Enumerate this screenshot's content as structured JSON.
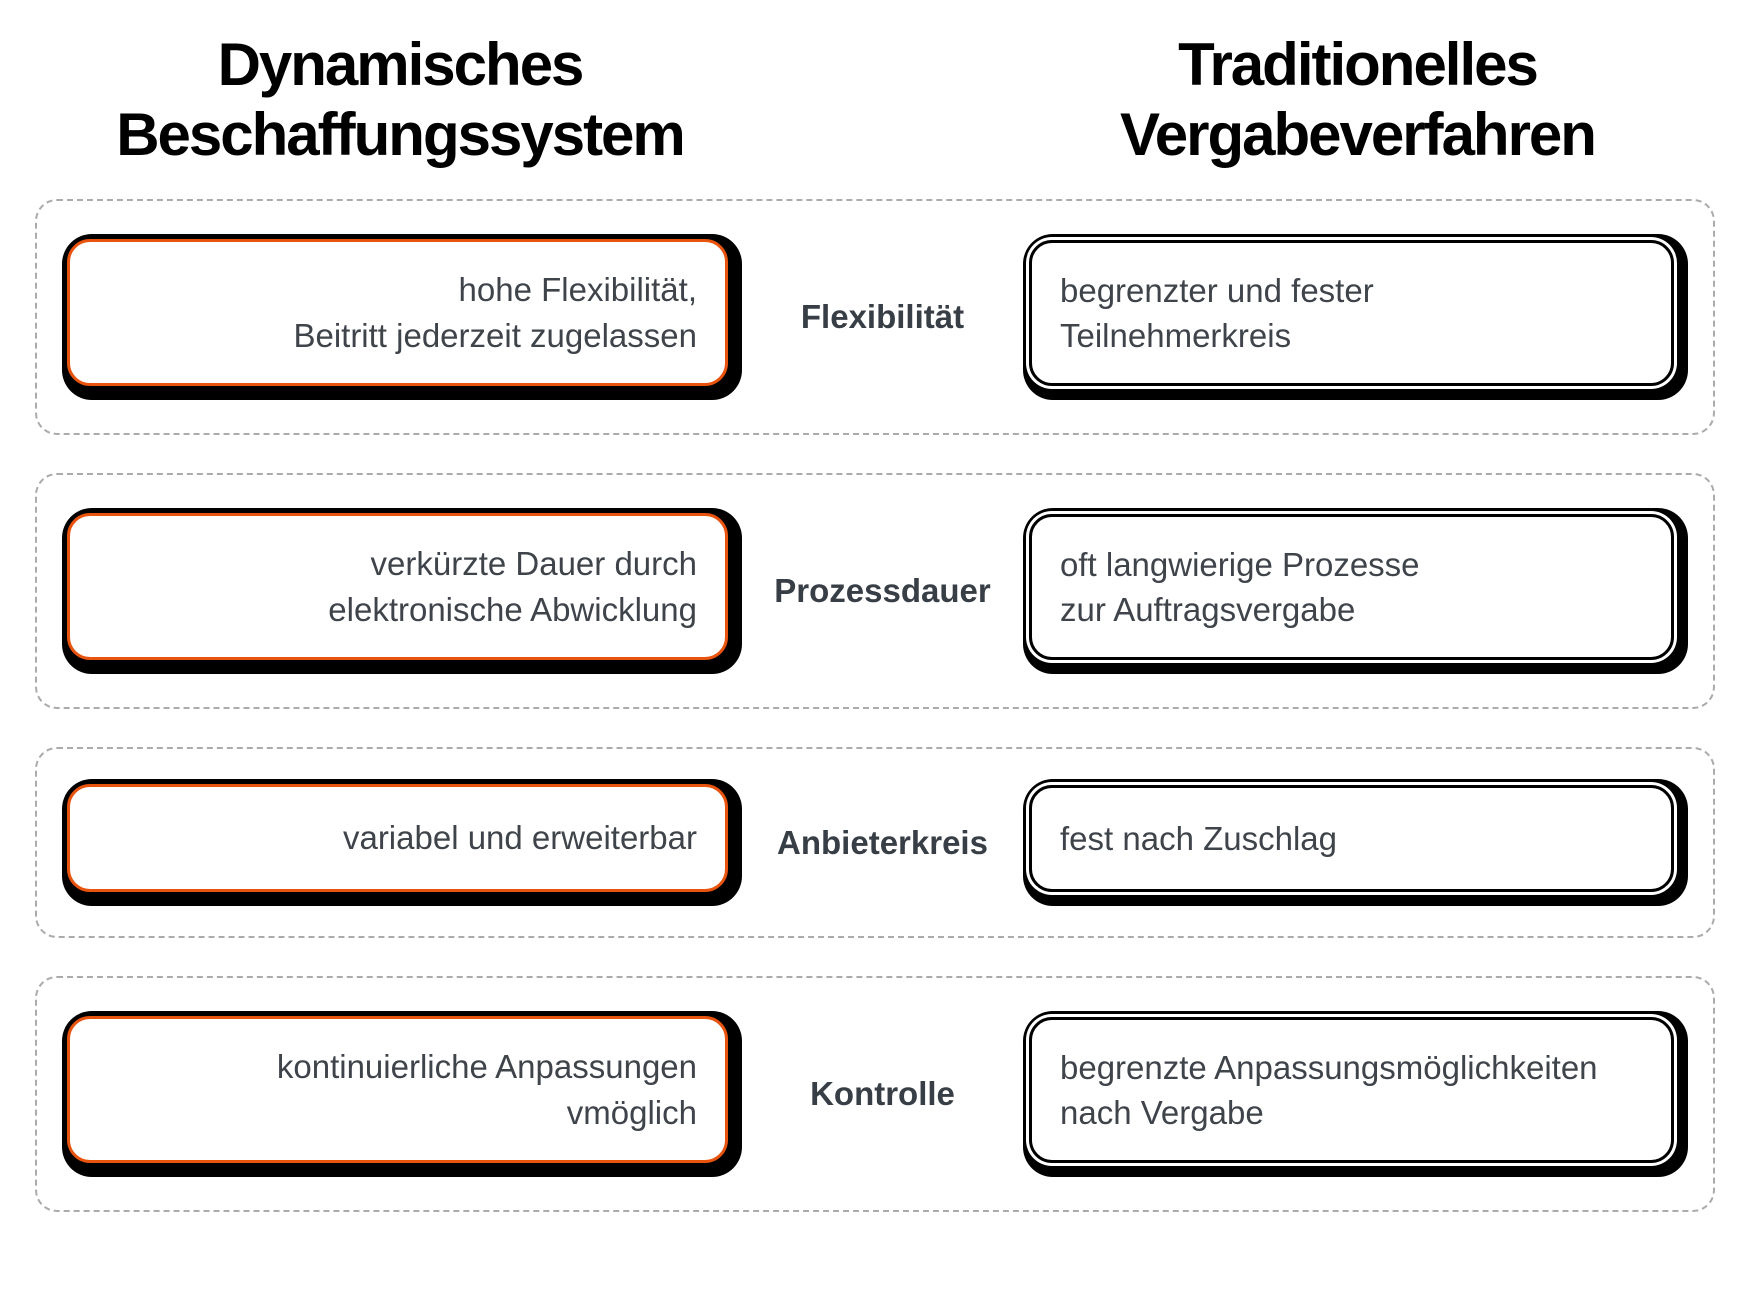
{
  "headers": {
    "left": "Dynamisches\nBeschaffungssystem",
    "right": "Traditionelles\nVergabeverfahren"
  },
  "colors": {
    "accent_orange": "#e8530e",
    "box_outline_black": "#000000",
    "body_text_gray": "#3f444b",
    "dashed_border_gray": "#ababab"
  },
  "rows": [
    {
      "label": "Flexibilität",
      "left_lines": [
        "hohe Flexibilität,",
        "Beitritt jederzeit zugelassen"
      ],
      "right_lines": [
        "begrenzter und fester",
        "Teilnehmerkreis"
      ]
    },
    {
      "label": "Prozessdauer",
      "left_lines": [
        "verkürzte Dauer durch",
        "elektronische Abwicklung"
      ],
      "right_lines": [
        "oft langwierige Prozesse",
        "zur Auftragsvergabe"
      ]
    },
    {
      "label": "Anbieterkreis",
      "left_lines": [
        "variabel und erweiterbar"
      ],
      "right_lines": [
        "fest nach Zuschlag"
      ]
    },
    {
      "label": "Kontrolle",
      "left_lines": [
        "kontinuierliche Anpassungen",
        "vmöglich"
      ],
      "right_lines": [
        "begrenzte Anpassungsmöglichkeiten",
        "nach Vergabe"
      ]
    }
  ]
}
